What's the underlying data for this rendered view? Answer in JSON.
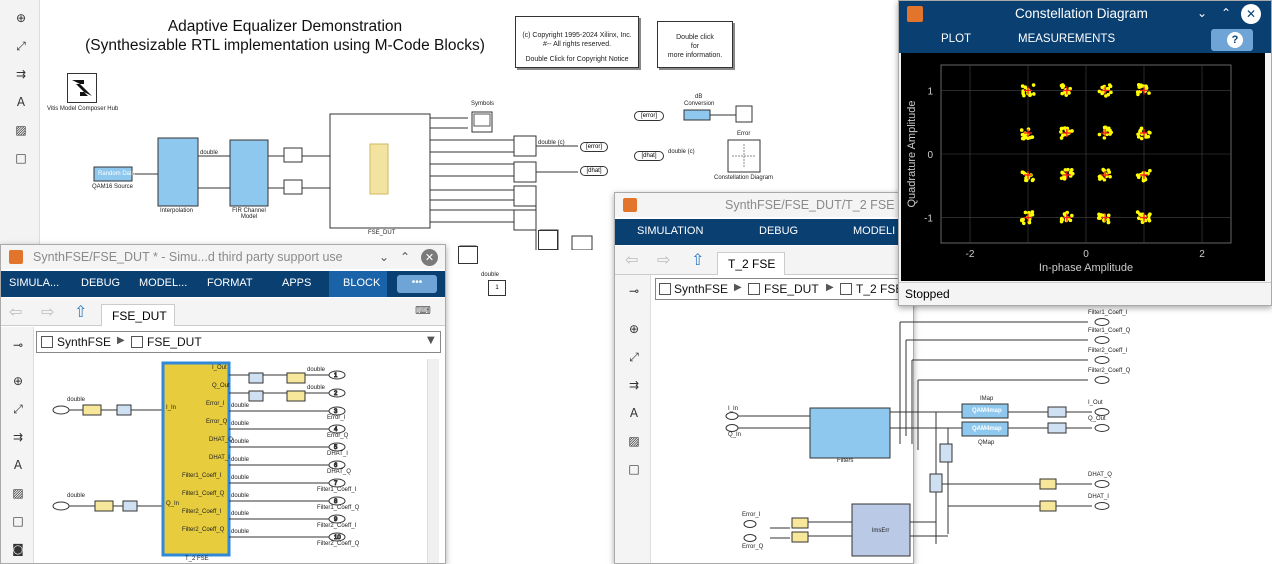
{
  "model": {
    "title": "Adaptive Equalizer Demonstration",
    "subtitle": "(Synthesizable RTL implementation using M-Code Blocks)",
    "copyright_line1": "(c) Copyright 1995-2024 Xilinx, Inc.",
    "copyright_line2": "#-- All rights reserved.",
    "copyright_line3": "Double Click for Copyright Notice",
    "info_line1": "Double click",
    "info_line2": "for",
    "info_line3": "more information.",
    "hub_label": "Vitis Model Composer Hub",
    "source_label": "QAM16 Source",
    "random_data": "Random Data",
    "interp_label": "Interpolation",
    "fir_label": "FIR Channel Model",
    "fse_label": "FSE_DUT",
    "symbols_label": "Symbols",
    "db_label1": "dB",
    "db_label2": "Conversion",
    "error_label": "Error",
    "constellation_label": "Constellation Diagram",
    "error_tag": "[error]",
    "dhat_tag": "[dhat]",
    "double": "double",
    "double_c": "double (c)"
  },
  "fse_window": {
    "title": "SynthFSE/FSE_DUT * - Simu...d third party support use",
    "tabs": [
      "SIMULA...",
      "DEBUG",
      "MODEL...",
      "FORMAT",
      "APPS",
      "BLOCK"
    ],
    "more": "•••",
    "tab_label": "FSE_DUT",
    "crumb_root": "SynthFSE",
    "crumb_child": "FSE_DUT",
    "block_label": "T_2 FSE",
    "in_ports": [
      "I_In",
      "Q_In"
    ],
    "out_ports": [
      "I_Out",
      "Q_Out",
      "Error_I",
      "Error_Q",
      "DHAT_Q",
      "DHAT_I",
      "Filter1_Coeff_I",
      "Filter1_Coeff_Q",
      "Filter2_Coeff_I",
      "Filter2_Coeff_Q"
    ],
    "out_labels": [
      "Error_I",
      "Error_Q",
      "DHAT_I",
      "DHAT_Q",
      "Filter1_Coeff_I",
      "Filter1_Coeff_Q",
      "Filter2_Coeff_I",
      "Filter2_Coeff_Q"
    ]
  },
  "t2_window": {
    "title": "SynthFSE/FSE_DUT/T_2 FSE *",
    "tabs": [
      "SIMULATION",
      "DEBUG",
      "MODELI"
    ],
    "tab_label": "T_2 FSE",
    "crumb_root": "SynthFSE",
    "crumb_mid": "FSE_DUT",
    "crumb_child": "T_2 FSE",
    "filters_label": "Filters",
    "imap_label": "IMap",
    "qmap_label": "QMap",
    "qam_map": "QAM4map",
    "lmsErr": "lmsErr",
    "outs": [
      "Filter1_Coeff_I",
      "Filter1_Coeff_Q",
      "Filter2_Coeff_I",
      "Filter2_Coeff_Q",
      "I_Out",
      "Q_Out",
      "DHAT_Q",
      "DHAT_I"
    ],
    "ins": [
      "I_In",
      "Q_In",
      "Error_I",
      "Error_Q"
    ]
  },
  "constellation_window": {
    "title": "Constellation Diagram",
    "tabs": [
      "PLOT",
      "MEASUREMENTS"
    ],
    "help": "?",
    "status": "Stopped",
    "xlabel": "In-phase Amplitude",
    "ylabel": "Quadrature Amplitude",
    "xticks": [
      "-2",
      "0",
      "2"
    ],
    "yticks": [
      "1",
      "0",
      "-1"
    ]
  },
  "chart_data": {
    "type": "scatter",
    "title": "",
    "xlabel": "In-phase Amplitude",
    "ylabel": "Quadrature Amplitude",
    "xlim": [
      -2.5,
      2.5
    ],
    "ylim": [
      -1.4,
      1.4
    ],
    "grid": true,
    "reference_points": [
      {
        "x": -1,
        "y": 1
      },
      {
        "x": -0.33,
        "y": 1
      },
      {
        "x": 0.33,
        "y": 1
      },
      {
        "x": 1,
        "y": 1
      },
      {
        "x": -1,
        "y": 0.33
      },
      {
        "x": -0.33,
        "y": 0.33
      },
      {
        "x": 0.33,
        "y": 0.33
      },
      {
        "x": 1,
        "y": 0.33
      },
      {
        "x": -1,
        "y": -0.33
      },
      {
        "x": -0.33,
        "y": -0.33
      },
      {
        "x": 0.33,
        "y": -0.33
      },
      {
        "x": 1,
        "y": -0.33
      },
      {
        "x": -1,
        "y": -1
      },
      {
        "x": -0.33,
        "y": -1
      },
      {
        "x": 0.33,
        "y": -1
      },
      {
        "x": 1,
        "y": -1
      }
    ],
    "colors": {
      "background": "#000000",
      "grid": "#444444",
      "points": "#ffff00",
      "reference": "#ff2020"
    }
  }
}
